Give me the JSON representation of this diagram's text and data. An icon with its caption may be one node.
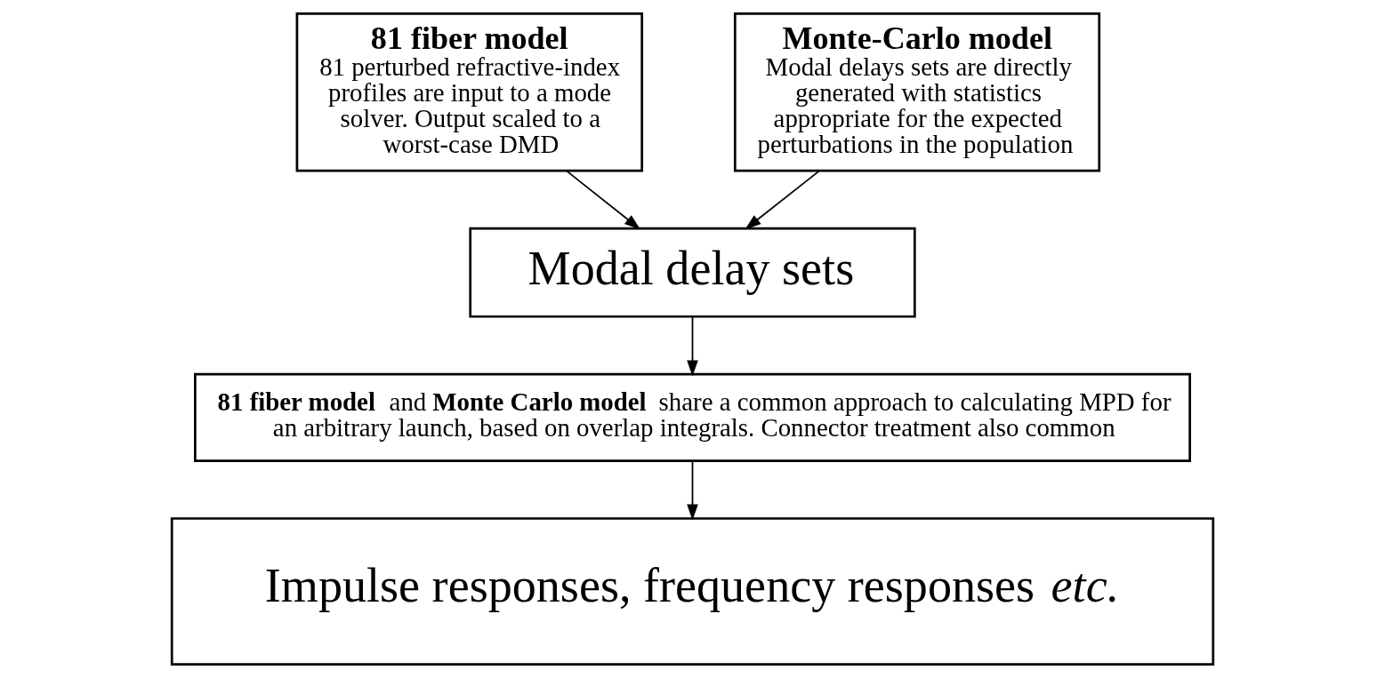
{
  "diagram": {
    "nodes": [
      {
        "text": [
          "81 fiber model",
          "81 perturbed refractive-index profiles are input to a mode solver. Output scaled to a worst-case DMD"
        ]
      },
      {
        "text": [
          "Monte-Carlo model",
          "Modal delays sets are directly generated with statistics appropriate for the expected perturbations in the population"
        ]
      },
      {
        "text": [
          "Modal delay sets"
        ]
      },
      {
        "text": [
          "**81 fiber model** and **Monte Carlo model** share a common approach to calculating MPD for an arbitrary launch, based on overlap integrals. Connector treatment also common"
        ]
      },
      {
        "text": [
          "Impulse responses, frequency responses *etc.*"
        ]
      }
    ],
    "edges": [
      {
        "from": 0,
        "to": 2,
        "arrow": "to"
      },
      {
        "from": 1,
        "to": 2,
        "arrow": "to"
      },
      {
        "from": 2,
        "to": 3,
        "arrow": "to"
      },
      {
        "from": 3,
        "to": 4,
        "arrow": "to"
      }
    ]
  }
}
